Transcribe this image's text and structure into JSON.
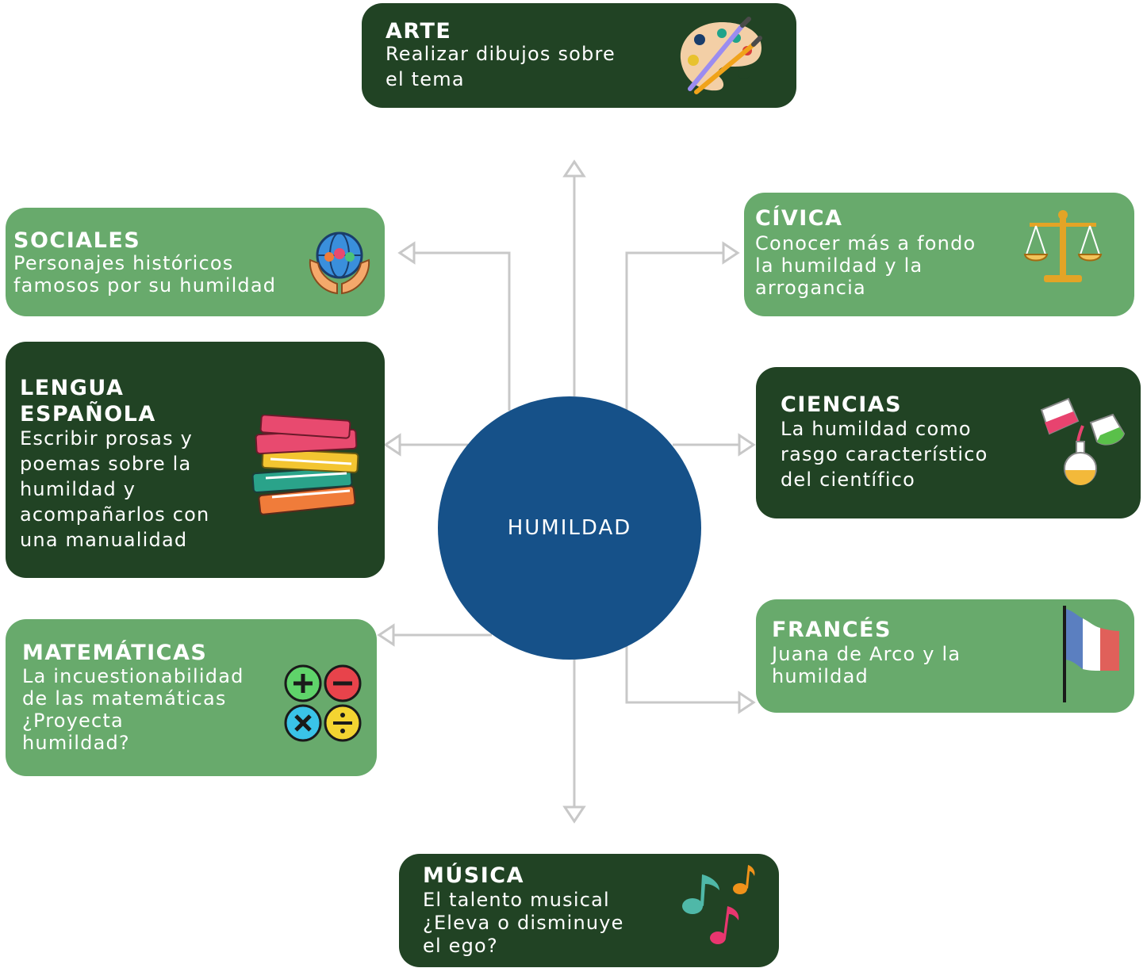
{
  "center": {
    "label": "HUMILDAD"
  },
  "cards": {
    "arte": {
      "title": "ARTE",
      "lines": [
        "Realizar dibujos sobre",
        "el tema"
      ],
      "icon": "paint-palette-icon"
    },
    "sociales": {
      "title": "SOCIALES",
      "lines": [
        "Personajes históricos",
        "famosos por su humildad"
      ],
      "icon": "globe-hands-people-icon"
    },
    "lengua": {
      "title_lines": [
        "LENGUA",
        "ESPAÑOLA"
      ],
      "lines": [
        "Escribir prosas y",
        "poemas sobre la",
        "humildad y",
        "acompañarlos con",
        "una manualidad"
      ],
      "icon": "stacked-books-icon"
    },
    "matematicas": {
      "title": "MATEMÁTICAS",
      "lines": [
        "La incuestionabilidad",
        "de las matemáticas",
        "¿Proyecta",
        "humildad?"
      ],
      "icon": "math-operators-icon"
    },
    "civica": {
      "title": "CÍVICA",
      "lines": [
        "Conocer más a fondo",
        "la humildad y la",
        "arrogancia"
      ],
      "icon": "balance-scale-icon"
    },
    "ciencias": {
      "title": "CIENCIAS",
      "lines": [
        "La humildad como",
        "rasgo característico",
        "del científico"
      ],
      "icon": "lab-flasks-icon"
    },
    "frances": {
      "title": "FRANCÉS",
      "lines": [
        "Juana de Arco y la",
        "humildad"
      ],
      "icon": "france-flag-icon"
    },
    "musica": {
      "title": "MÚSICA",
      "lines": [
        "El talento musical",
        "¿Eleva o disminuye",
        "el ego?"
      ],
      "icon": "music-notes-icon"
    }
  },
  "colors": {
    "dark_card": "#214324",
    "light_card": "#68aa6c",
    "hub": "#165189",
    "connector": "#c8c8c8"
  }
}
